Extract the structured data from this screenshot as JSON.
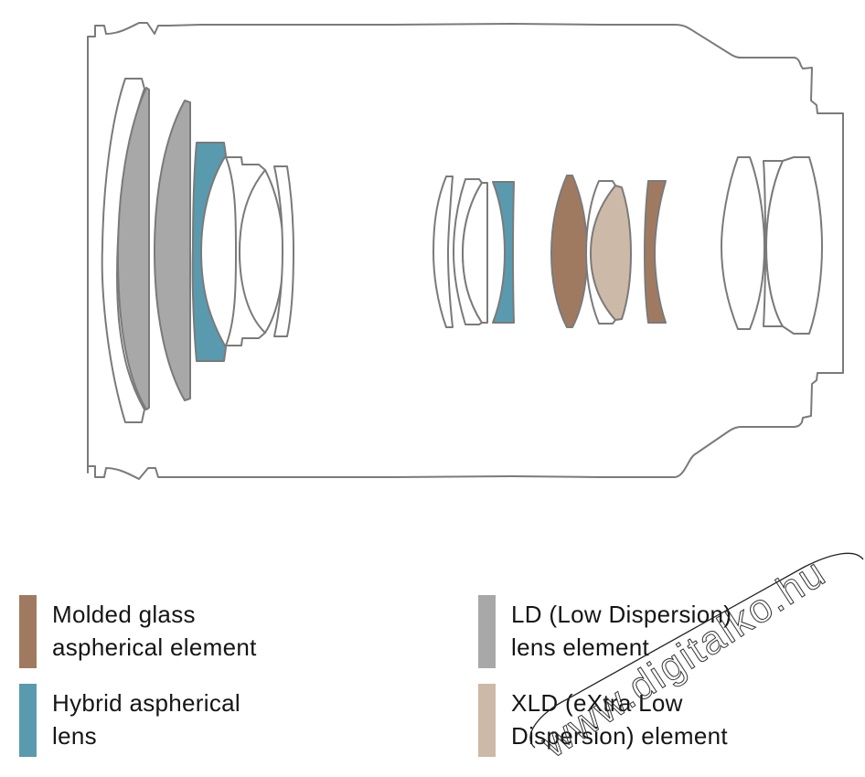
{
  "diagram": {
    "title": "Lens construction diagram",
    "colors": {
      "outline": "#7a7a7a",
      "molded_glass_aspherical": "#a07a60",
      "hybrid_aspherical": "#5a9aae",
      "ld": "#a8a8a8",
      "xld": "#cdb9a7",
      "plain": "#ffffff"
    },
    "groups": [
      {
        "name": "front-group",
        "elements": [
          "ld-outer-meniscus-plain",
          "ld",
          "ld",
          "hybrid-aspherical",
          "plain",
          "plain",
          "plain"
        ]
      },
      {
        "name": "middle-group-1",
        "elements": [
          "plain",
          "plain",
          "plain",
          "hybrid-aspherical"
        ]
      },
      {
        "name": "middle-group-2",
        "elements": [
          "molded-glass-aspherical",
          "plain",
          "xld",
          "molded-glass-aspherical"
        ]
      },
      {
        "name": "rear-group",
        "elements": [
          "plain",
          "plain",
          "plain"
        ]
      }
    ]
  },
  "legend": {
    "items": [
      {
        "key": "molded_glass_aspherical",
        "color": "#a07a60",
        "lines": [
          "Molded glass",
          "aspherical element"
        ]
      },
      {
        "key": "hybrid_aspherical",
        "color": "#5a9aae",
        "lines": [
          "Hybrid aspherical",
          "lens"
        ]
      },
      {
        "key": "ld",
        "color": "#a8a8a8",
        "lines": [
          "LD (Low Dispersion)",
          "lens element"
        ]
      },
      {
        "key": "xld",
        "color": "#cdb9a7",
        "lines": [
          "XLD (eXtra Low",
          "Dispersion) element"
        ]
      }
    ]
  },
  "watermark": {
    "text": "www.digitalko.hu"
  }
}
